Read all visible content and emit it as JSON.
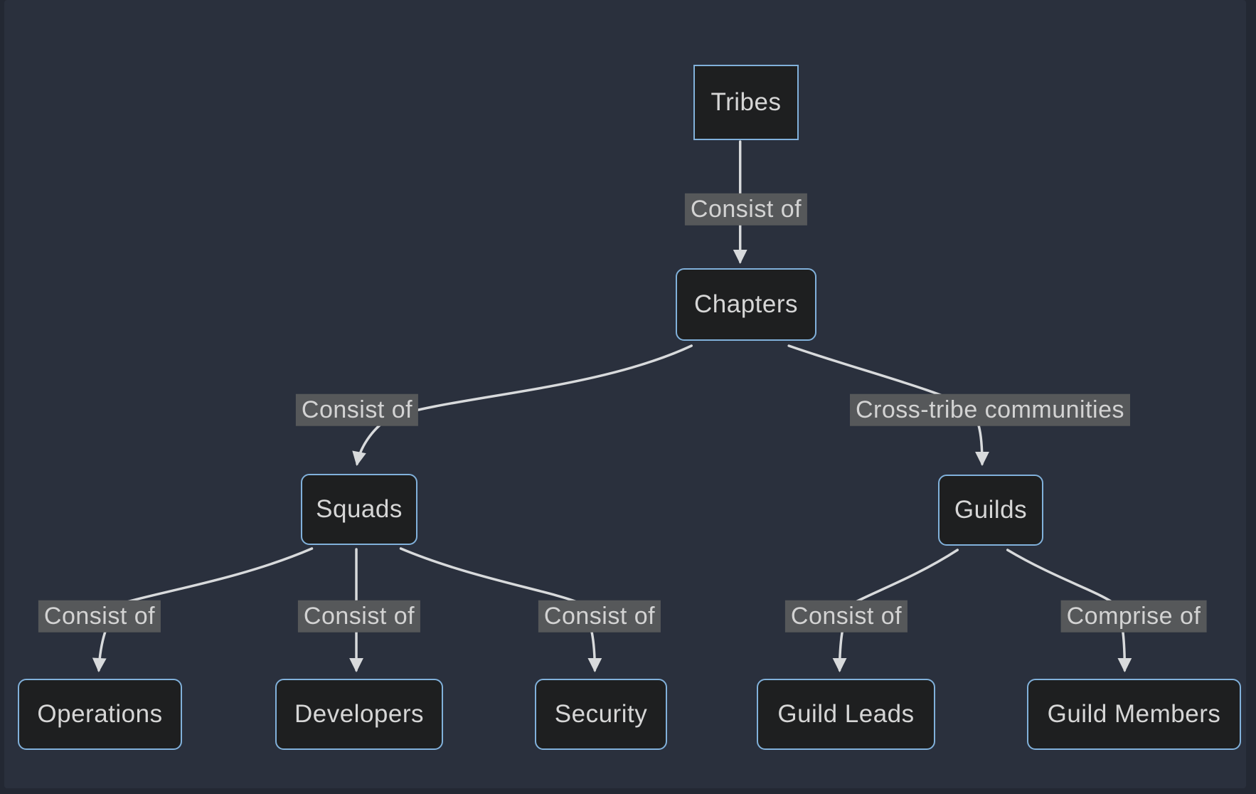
{
  "diagram": {
    "type": "flowchart",
    "direction": "top-down",
    "nodes": [
      {
        "id": "tribes",
        "label": "Tribes",
        "shape": "rectangle"
      },
      {
        "id": "chapters",
        "label": "Chapters",
        "shape": "rounded"
      },
      {
        "id": "squads",
        "label": "Squads",
        "shape": "rounded"
      },
      {
        "id": "guilds",
        "label": "Guilds",
        "shape": "rounded"
      },
      {
        "id": "operations",
        "label": "Operations",
        "shape": "rounded"
      },
      {
        "id": "developers",
        "label": "Developers",
        "shape": "rounded"
      },
      {
        "id": "security",
        "label": "Security",
        "shape": "rounded"
      },
      {
        "id": "guild-leads",
        "label": "Guild Leads",
        "shape": "rounded"
      },
      {
        "id": "guild-members",
        "label": "Guild Members",
        "shape": "rounded"
      }
    ],
    "edges": [
      {
        "from": "Tribes",
        "to": "Chapters",
        "label": "Consist of"
      },
      {
        "from": "Chapters",
        "to": "Squads",
        "label": "Consist of"
      },
      {
        "from": "Chapters",
        "to": "Guilds",
        "label": "Cross-tribe communities"
      },
      {
        "from": "Squads",
        "to": "Operations",
        "label": "Consist of"
      },
      {
        "from": "Squads",
        "to": "Developers",
        "label": "Consist of"
      },
      {
        "from": "Squads",
        "to": "Security",
        "label": "Consist of"
      },
      {
        "from": "Guilds",
        "to": "Guild Leads",
        "label": "Consist of"
      },
      {
        "from": "Guilds",
        "to": "Guild Members",
        "label": "Comprise of"
      }
    ],
    "colors": {
      "page_background": "#232833",
      "canvas_background": "#2a303d",
      "node_fill": "#1e1f20",
      "node_border": "#81b1db",
      "node_text": "#d6d6d6",
      "edge_stroke": "#d8dadc",
      "edge_label_background": "#56585a",
      "edge_label_text": "#d3d3d3"
    }
  }
}
